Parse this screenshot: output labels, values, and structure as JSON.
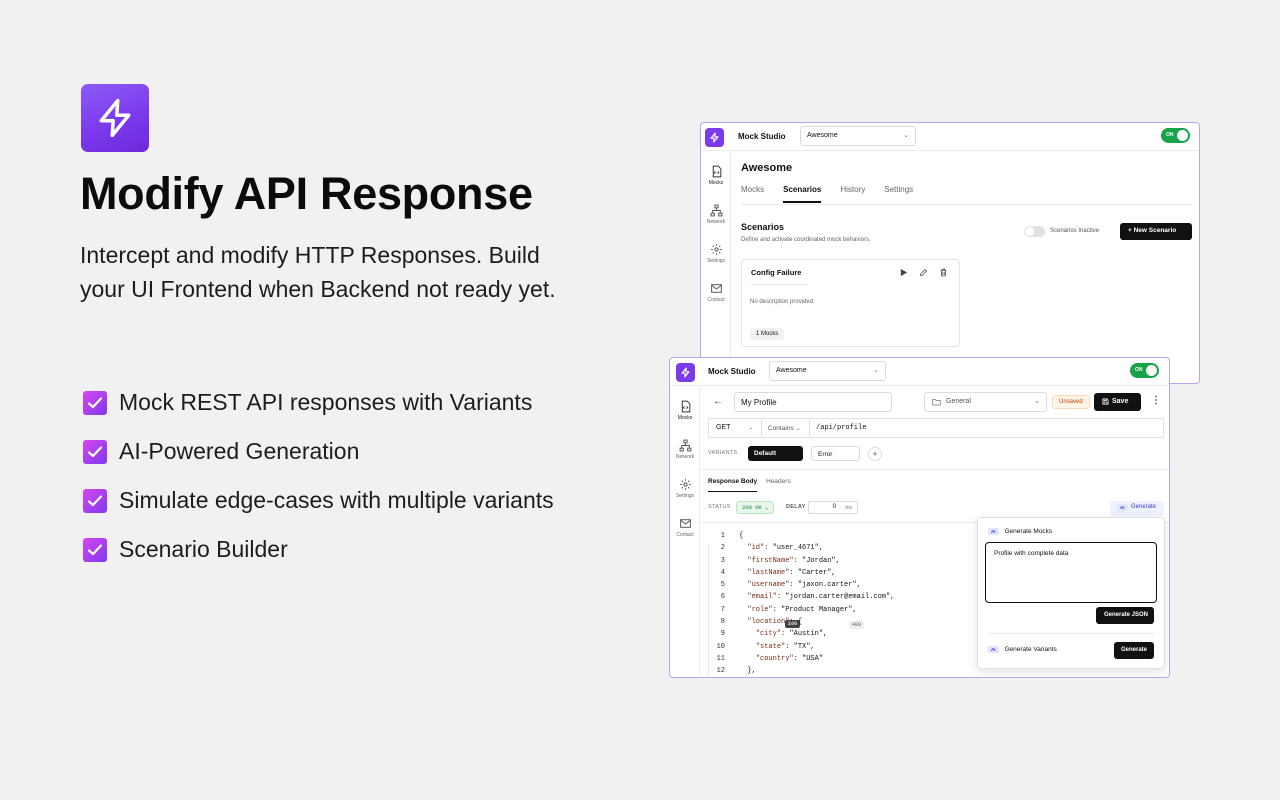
{
  "hero": {
    "title": "Modify API Response",
    "subtitle": "Intercept and modify HTTP Responses. Build your UI Frontend when Backend not ready yet."
  },
  "features": [
    {
      "label": "Mock REST API responses with Variants",
      "icon": "checkbox-icon"
    },
    {
      "label": "AI-Powered Generation",
      "icon": "checkbox-icon"
    },
    {
      "label": "Simulate edge-cases with multiple variants",
      "icon": "checkbox-icon"
    },
    {
      "label": "Scenario Builder",
      "icon": "checkbox-icon"
    }
  ],
  "colors": {
    "accent": "#7c3aed",
    "toggle_on": "#16a34a",
    "window_border": "#b9a6f3"
  },
  "app": {
    "name": "Mock Studio",
    "project": "Awesome",
    "master_toggle": "ON",
    "nav": [
      {
        "label": "Mocks",
        "icon": "code-file-icon"
      },
      {
        "label": "Network",
        "icon": "network-icon"
      },
      {
        "label": "Settings",
        "icon": "gear-icon"
      },
      {
        "label": "Contact",
        "icon": "mail-icon"
      }
    ]
  },
  "scenarios_window": {
    "page_title": "Awesome",
    "tabs": [
      {
        "label": "Mocks",
        "active": false
      },
      {
        "label": "Scenarios",
        "active": true
      },
      {
        "label": "History",
        "active": false
      },
      {
        "label": "Settings",
        "active": false
      }
    ],
    "section_title": "Scenarios",
    "section_subtitle": "Define and activate coordinated mock behaviors.",
    "inactive_label": "Scenarios Inactive",
    "new_button": "+ New Scenario",
    "card": {
      "title": "Config Failure",
      "description": "No description provided.",
      "badge": "1 Mocks",
      "icons": [
        "play-icon",
        "edit-icon",
        "trash-icon"
      ]
    }
  },
  "editor_window": {
    "mock_name": "My Profile",
    "folder": "General",
    "unsaved": "Unsaved",
    "save": "Save",
    "method": "GET",
    "match": "Contains",
    "path": "/api/profile",
    "variants_label": "VARIANTS",
    "variants": [
      {
        "name": "Default",
        "code": "200",
        "active": true
      },
      {
        "name": "Error",
        "code": "400",
        "active": false
      }
    ],
    "subtabs": [
      {
        "label": "Response Body",
        "active": true
      },
      {
        "label": "Headers",
        "active": false
      }
    ],
    "status_label": "STATUS",
    "status_value": "200 OK",
    "delay_label": "DELAY",
    "delay_value": "0",
    "delay_unit": "ms",
    "ai_tag": "AI",
    "generate": "Generate",
    "code_lines": [
      {
        "n": "1",
        "text": "{"
      },
      {
        "n": "2",
        "text": "  \"id\": \"user_4671\","
      },
      {
        "n": "3",
        "text": "  \"firstName\": \"Jordan\","
      },
      {
        "n": "4",
        "text": "  \"lastName\": \"Carter\","
      },
      {
        "n": "5",
        "text": "  \"username\": \"jaxon.carter\","
      },
      {
        "n": "6",
        "text": "  \"email\": \"jordan.carter@email.com\","
      },
      {
        "n": "7",
        "text": "  \"role\": \"Product Manager\","
      },
      {
        "n": "8",
        "text": "  \"location\": {"
      },
      {
        "n": "9",
        "text": "    \"city\": \"Austin\","
      },
      {
        "n": "10",
        "text": "    \"state\": \"TX\","
      },
      {
        "n": "11",
        "text": "    \"country\": \"USA\""
      },
      {
        "n": "12",
        "text": "  },"
      }
    ],
    "popover": {
      "mocks_title": "Generate Mocks",
      "prompt": "Profile with complete data",
      "json_button": "Generate JSON",
      "variants_title": "Generate Variants",
      "variants_button": "Generate"
    }
  }
}
